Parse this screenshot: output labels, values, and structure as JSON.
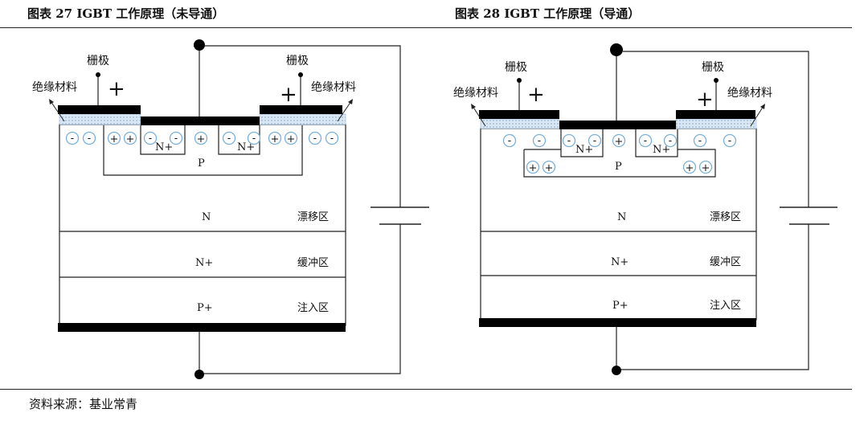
{
  "figure_left": {
    "caption": "图表 27 IGBT 工作原理（未导通）",
    "gate_label": "栅极",
    "insulator_label": "绝缘材料",
    "plus": "+",
    "region_p": "P",
    "region_n_plus_well": "N+",
    "region_n": "N",
    "drift_label": "漂移区",
    "region_n_plus": "N+",
    "buffer_label": "缓冲区",
    "region_p_plus": "P+",
    "injection_label": "注入区",
    "neg": "-",
    "pos": "+"
  },
  "figure_right": {
    "caption": "图表 28 IGBT 工作原理（导通）",
    "gate_label": "栅极",
    "insulator_label": "绝缘材料",
    "plus": "+",
    "region_p": "P",
    "region_n_plus_well": "N+",
    "region_n": "N",
    "drift_label": "漂移区",
    "region_n_plus": "N+",
    "buffer_label": "缓冲区",
    "region_p_plus": "P+",
    "injection_label": "注入区",
    "neg": "-",
    "pos": "+"
  },
  "source": "资料来源：基业常青",
  "colors": {
    "charge_ring": "#7ab0d8",
    "insulator": "#c7dcee",
    "metal": "#000000"
  }
}
